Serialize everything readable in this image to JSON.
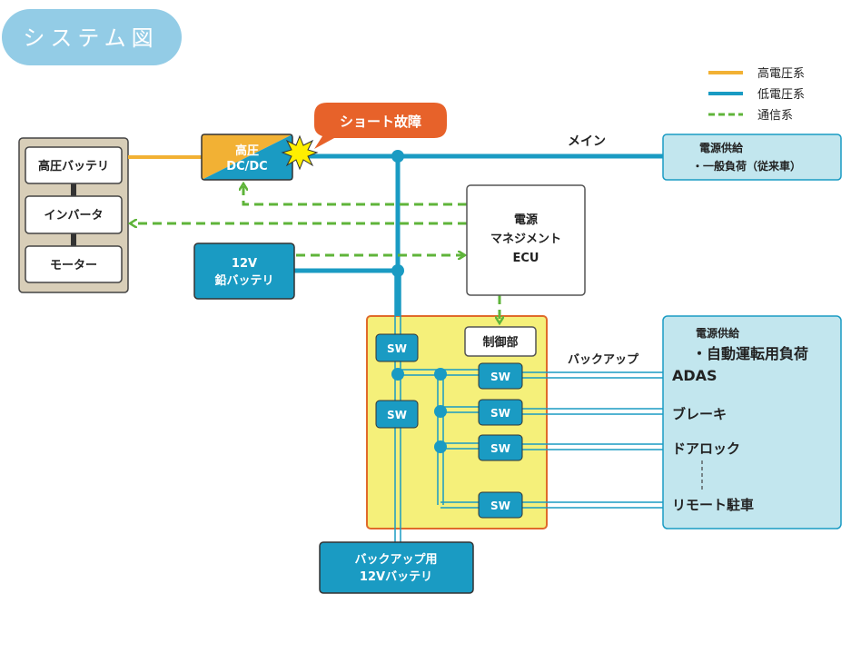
{
  "title": "システム図",
  "legend": {
    "high_voltage": "高電圧系",
    "low_voltage": "低電圧系",
    "comm": "通信系"
  },
  "colors": {
    "high_voltage": "#f2b134",
    "low_voltage": "#1a9bc3",
    "comm": "#5fb43a",
    "title_pill": "#93cce6",
    "box_dark": "#1a9bc3",
    "box_light": "#c2e6ee",
    "battery_panel": "#d8ceb8",
    "yellow_zone": "#f5f07a",
    "zone_border": "#e06a2a",
    "fault_callout": "#e7622a"
  },
  "hv_stack": {
    "battery": "高圧バッテリ",
    "inverter": "インバータ",
    "motor": "モーター"
  },
  "dcdc": {
    "line1": "高圧",
    "line2": "DC/DC"
  },
  "fault_label": "ショート故障",
  "main_label": "メイン",
  "main_supply": {
    "line1": "電源供給",
    "line2": "・一般負荷（従来車）"
  },
  "pm_ecu": {
    "line1": "電源",
    "line2": "マネジメント",
    "line3": "ECU"
  },
  "lead_battery": {
    "line1": "12V",
    "line2": "鉛バッテリ"
  },
  "control_unit": "制御部",
  "sw_label": "SW",
  "backup_label": "バックアップ",
  "backup_supply": {
    "line1": "電源供給",
    "line2": "・自動運転用負荷"
  },
  "loads": [
    "ADAS",
    "ブレーキ",
    "ドアロック",
    "リモート駐車"
  ],
  "backup_battery": {
    "line1": "バックアップ用",
    "line2": "12Vバッテリ"
  }
}
